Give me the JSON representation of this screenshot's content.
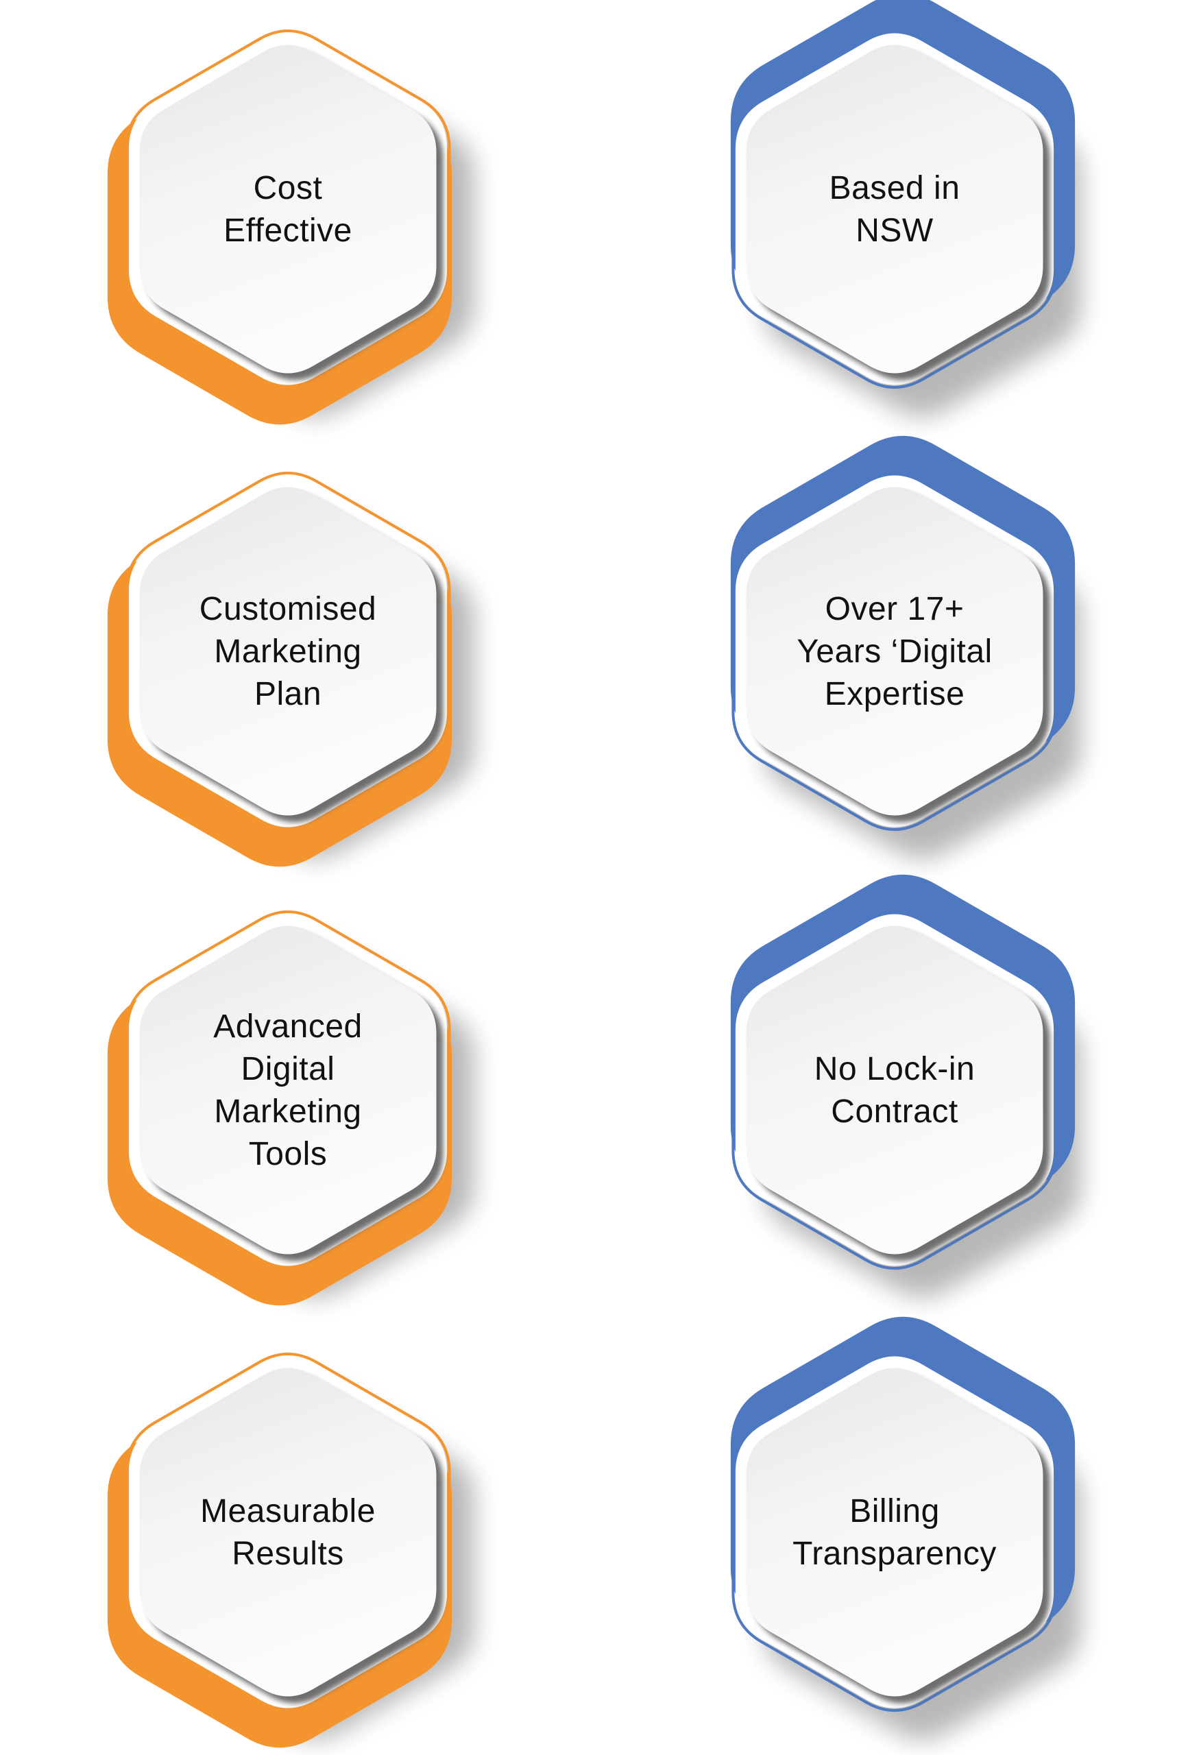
{
  "colors": {
    "orange": "#f4942f",
    "orange_dark": "#d9781a",
    "blue": "#4e79c0",
    "blue_dark": "#34589a",
    "text": "#111111"
  },
  "cards": [
    {
      "label_lines": [
        "Cost",
        "Effective"
      ],
      "accent": "orange"
    },
    {
      "label_lines": [
        "Based in",
        "NSW"
      ],
      "accent": "blue"
    },
    {
      "label_lines": [
        "Customised",
        "Marketing",
        "Plan"
      ],
      "accent": "orange"
    },
    {
      "label_lines": [
        "Over 17+",
        "Years ‘Digital",
        "Expertise"
      ],
      "accent": "blue"
    },
    {
      "label_lines": [
        "Advanced",
        "Digital",
        "Marketing",
        "Tools"
      ],
      "accent": "orange"
    },
    {
      "label_lines": [
        "No Lock-in",
        "Contract"
      ],
      "accent": "blue"
    },
    {
      "label_lines": [
        "Measurable",
        "Results"
      ],
      "accent": "orange"
    },
    {
      "label_lines": [
        "Billing",
        "Transparency"
      ],
      "accent": "blue"
    }
  ]
}
